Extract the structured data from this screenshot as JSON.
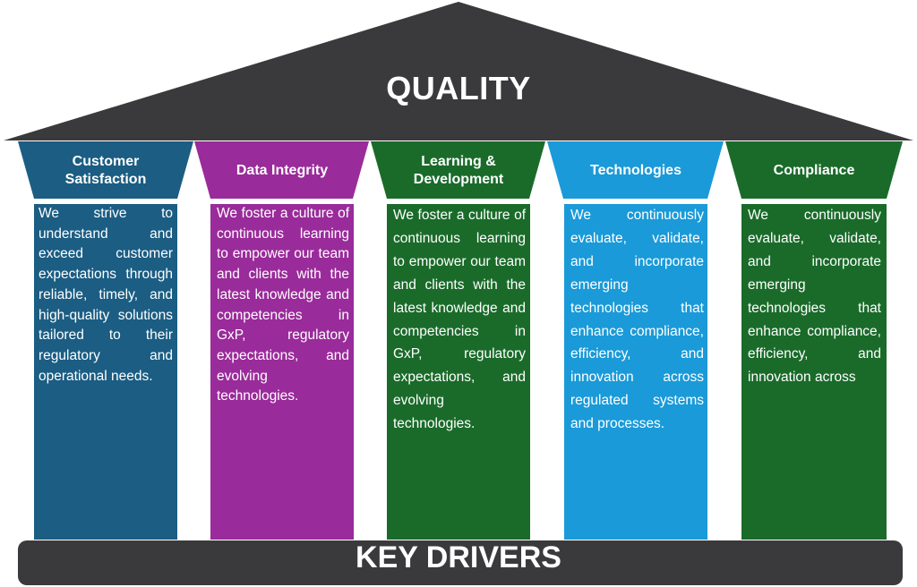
{
  "roof": {
    "title": "QUALITY",
    "color": "#3a3a3c"
  },
  "base": {
    "title": "KEY DRIVERS",
    "color": "#3a3a3c"
  },
  "pillars": [
    {
      "title": "Customer\nSatisfaction",
      "color": "#1b5d83",
      "text": "We strive to understand and exceed customer expectations through reliable, timely, and high-quality solutions tailored to their regulatory and operational needs."
    },
    {
      "title": "Data Integrity",
      "color": "#9a2b9a",
      "text": "We foster a culture of continuous learning to empower our team and clients with the latest knowledge and competencies in GxP, regulatory expectations, and evolving technologies."
    },
    {
      "title": "Learning &\nDevelopment",
      "color": "#1a6b2a",
      "text": "We foster a culture of continuous learning to empower our team and clients with the latest knowledge and competencies in GxP, regulatory expectations, and evolving technologies."
    },
    {
      "title": "Technologies",
      "color": "#1a9ad8",
      "text": "We continuously evaluate, validate, and incorporate emerging technologies that enhance compliance, efficiency, and innovation across regulated systems and processes."
    },
    {
      "title": "Compliance",
      "color": "#1a6b2a",
      "text": "We continuously evaluate, validate, and incorporate emerging technologies that enhance compliance, efficiency, and innovation across"
    }
  ]
}
